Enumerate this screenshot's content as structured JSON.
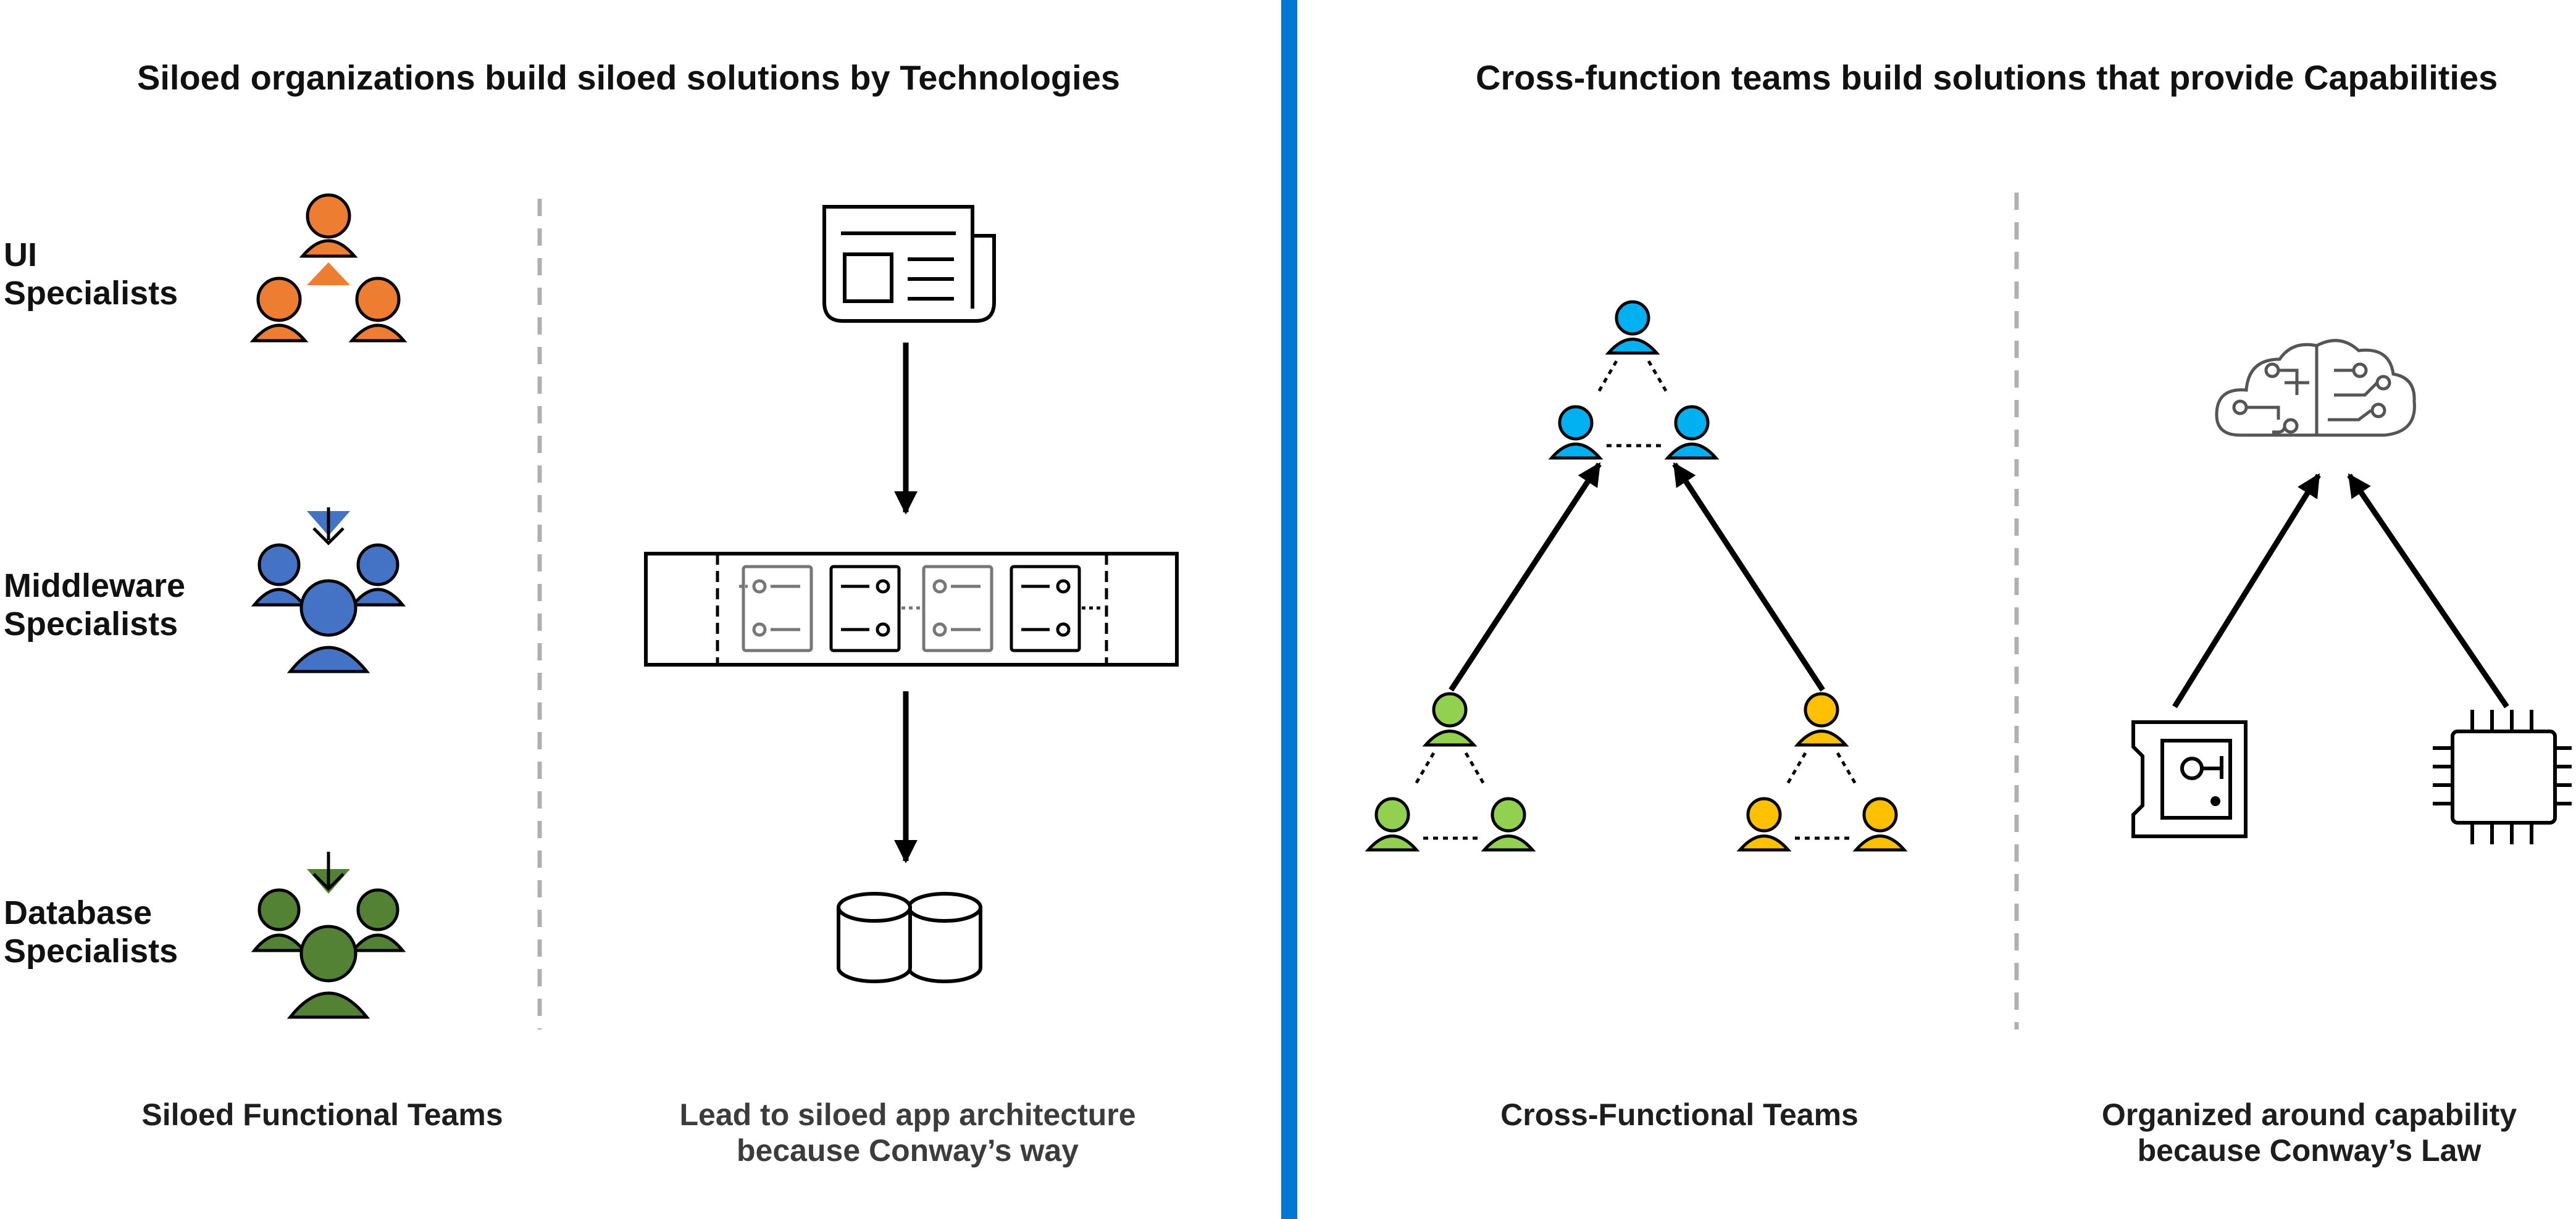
{
  "left_panel": {
    "title": "Siloed organizations build siloed solutions by Technologies",
    "rows": [
      {
        "label_line1": "UI",
        "label_line2": "Specialists",
        "color": "#ED7D31"
      },
      {
        "label_line1": "Middleware",
        "label_line2": "Specialists",
        "color": "#4472C4"
      },
      {
        "label_line1": "Database",
        "label_line2": "Specialists",
        "color": "#548235"
      }
    ],
    "caption_teams": "Siloed Functional Teams",
    "caption_arch_line1": "Lead to siloed app architecture",
    "caption_arch_line2": "because Conway’s way"
  },
  "right_panel": {
    "title": "Cross-function teams build solutions that provide Capabilities",
    "caption_teams": "Cross-Functional Teams",
    "caption_capability_line1": "Organized around capability",
    "caption_capability_line2": "because Conway’s Law",
    "team_colors": {
      "top": "#00B0F0",
      "left": "#92D050",
      "right": "#FFC000"
    }
  },
  "divider_color": "#0078D4",
  "icons": [
    "newspaper-icon",
    "server-rack-icon",
    "database-icon",
    "brain-cloud-icon",
    "circuit-card-icon",
    "cpu-chip-icon"
  ]
}
